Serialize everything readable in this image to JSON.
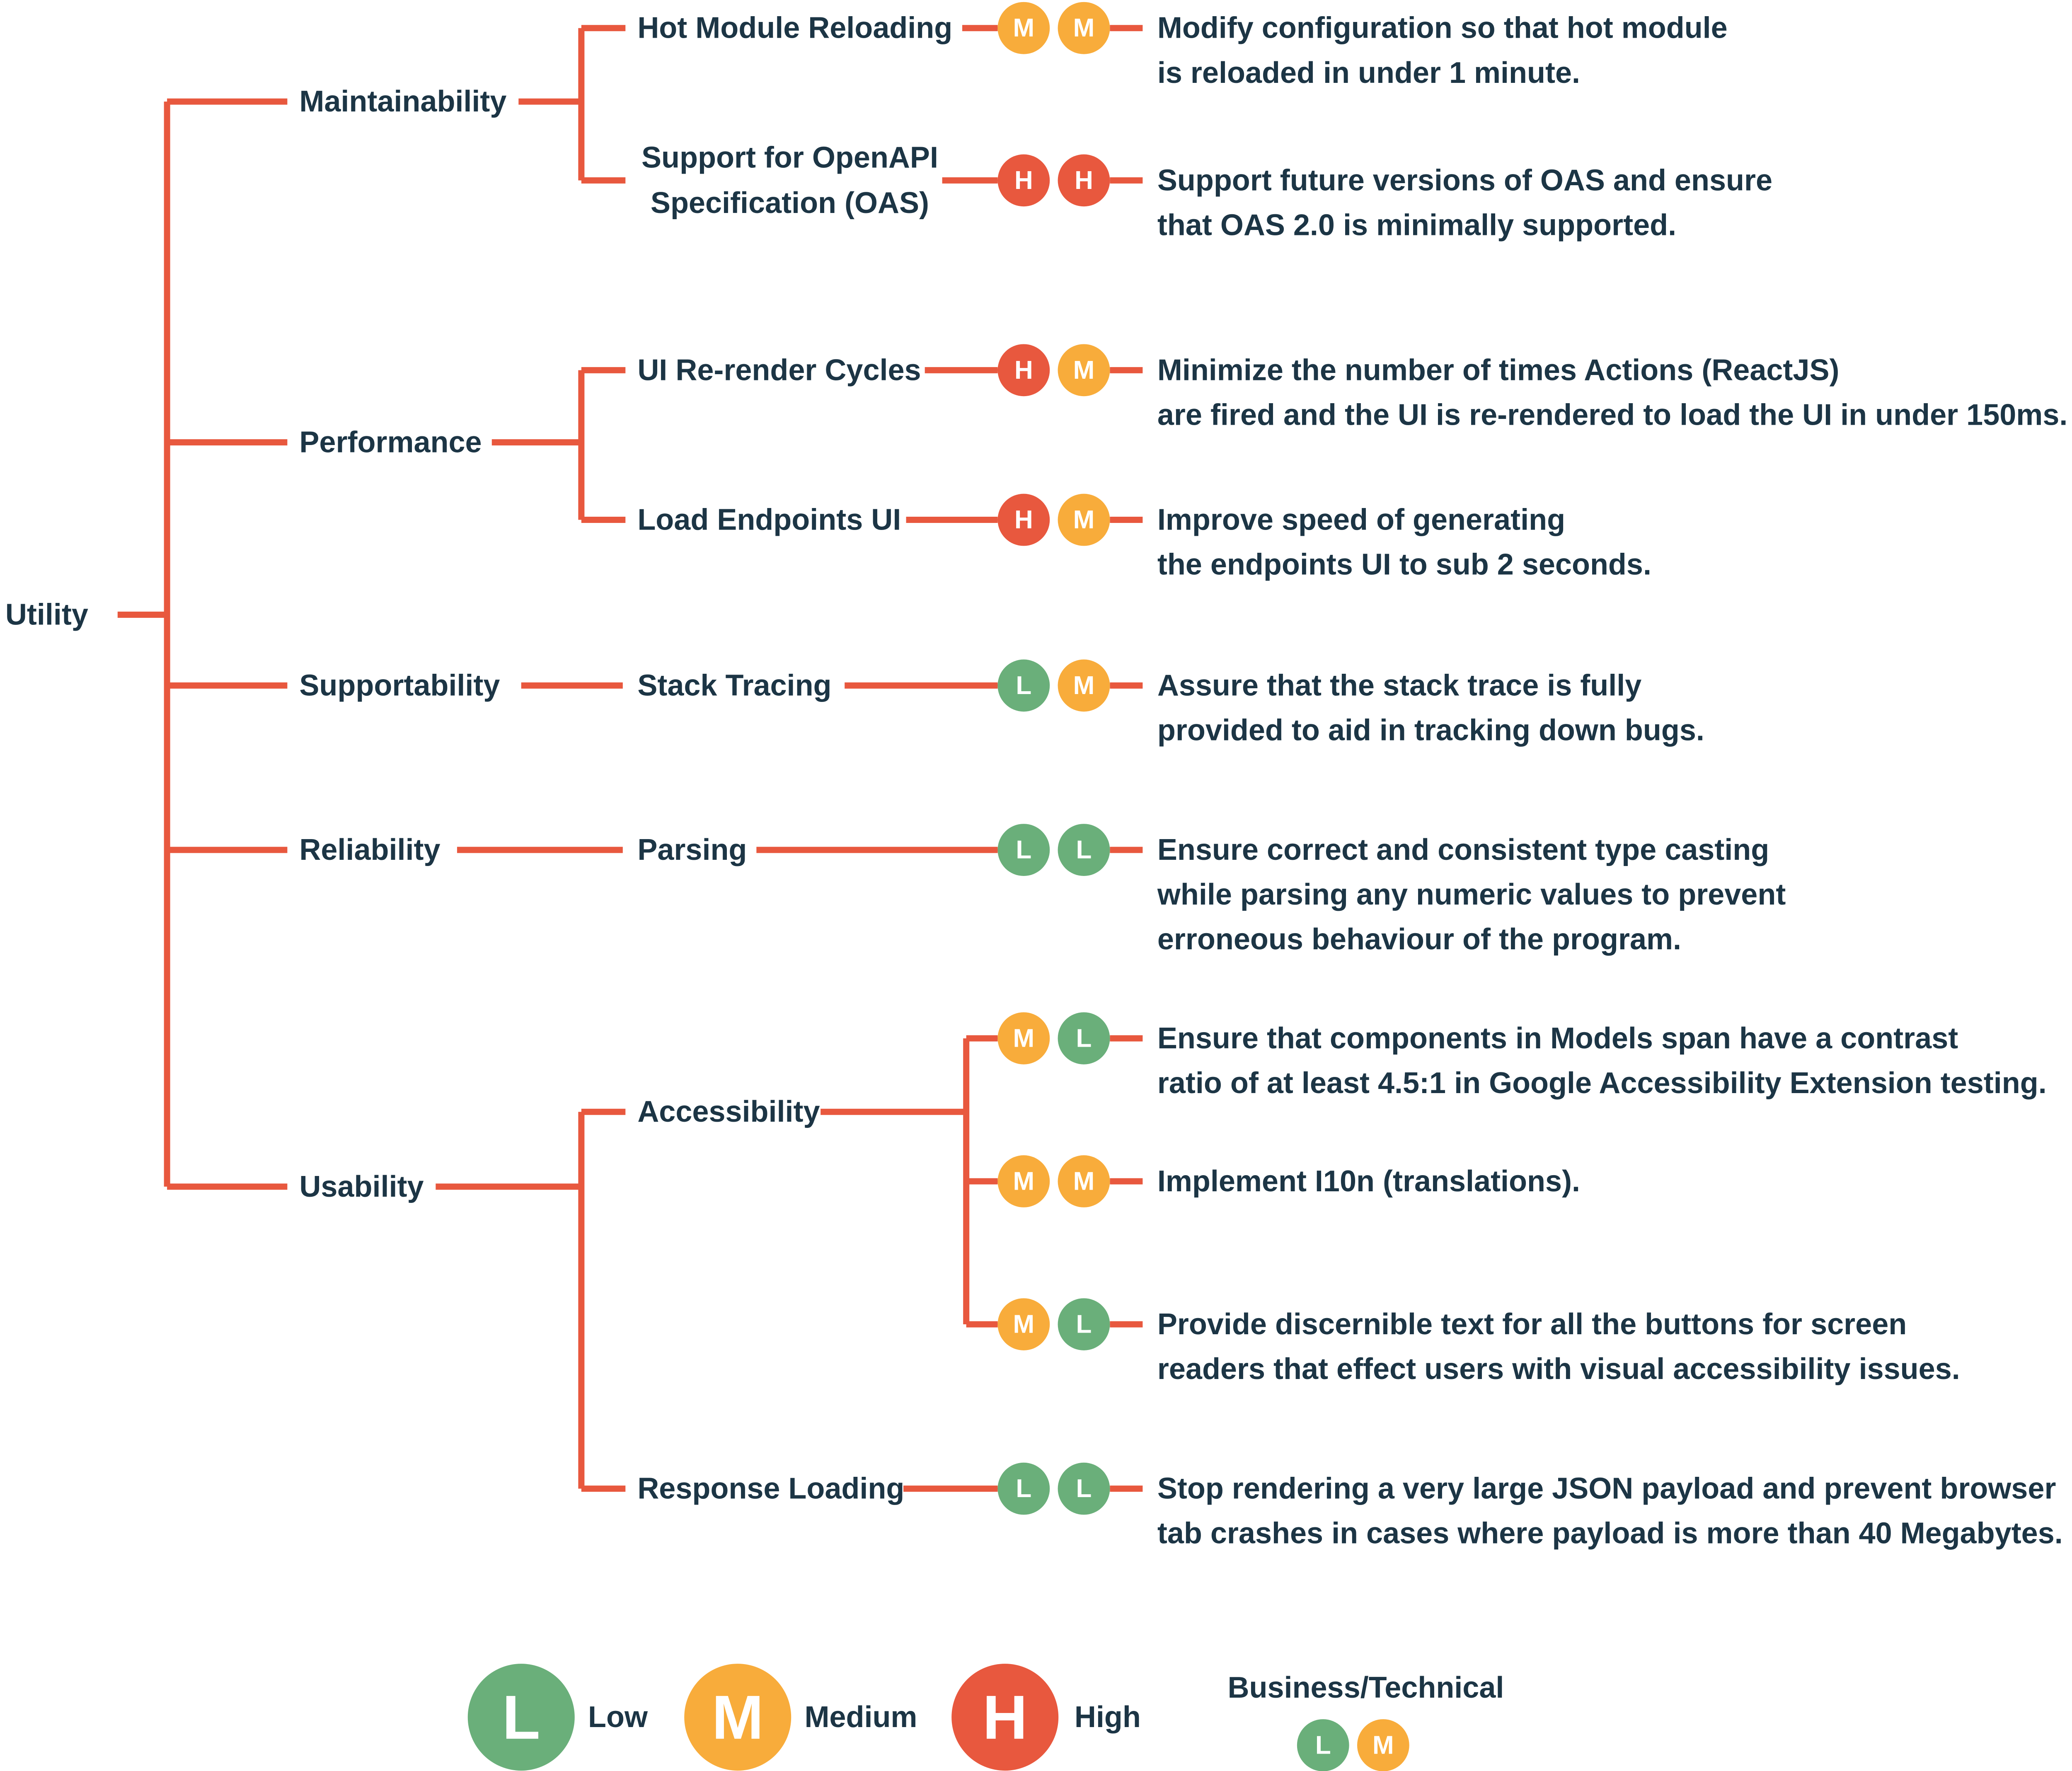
{
  "colors": {
    "line": "#e8583e",
    "low": "#6aaf7a",
    "medium": "#f8ac3b",
    "high": "#e8583e",
    "text": "#1c3545"
  },
  "root": "Utility",
  "attributes": [
    {
      "label": "Maintainability",
      "refinements": [
        {
          "label": [
            "Hot Module Reloading"
          ],
          "scenarios": [
            {
              "ratings": [
                "M",
                "M"
              ],
              "text": [
                "Modify configuration so that hot module",
                "is reloaded in under 1 minute."
              ]
            }
          ]
        },
        {
          "label": [
            "Support for OpenAPI",
            "Specification (OAS)"
          ],
          "scenarios": [
            {
              "ratings": [
                "H",
                "H"
              ],
              "text": [
                "Support future versions of OAS and ensure",
                "that OAS 2.0 is minimally supported."
              ]
            }
          ]
        }
      ]
    },
    {
      "label": "Performance",
      "refinements": [
        {
          "label": [
            "UI Re-render Cycles"
          ],
          "scenarios": [
            {
              "ratings": [
                "H",
                "M"
              ],
              "text": [
                "Minimize the number of times Actions (ReactJS)",
                "are fired and the UI is re-rendered to load the UI in under 150ms."
              ]
            }
          ]
        },
        {
          "label": [
            "Load Endpoints UI"
          ],
          "scenarios": [
            {
              "ratings": [
                "H",
                "M"
              ],
              "text": [
                "Improve speed of generating",
                "the endpoints UI to sub 2 seconds."
              ]
            }
          ]
        }
      ]
    },
    {
      "label": "Supportability",
      "refinements": [
        {
          "label": [
            "Stack Tracing"
          ],
          "scenarios": [
            {
              "ratings": [
                "L",
                "M"
              ],
              "text": [
                "Assure that the stack trace is fully",
                "provided to aid in tracking down bugs."
              ]
            }
          ]
        }
      ]
    },
    {
      "label": "Reliability",
      "refinements": [
        {
          "label": [
            "Parsing"
          ],
          "scenarios": [
            {
              "ratings": [
                "L",
                "L"
              ],
              "text": [
                "Ensure correct and consistent type casting",
                "while parsing any numeric values to prevent",
                "erroneous behaviour of the program."
              ]
            }
          ]
        }
      ]
    },
    {
      "label": "Usability",
      "refinements": [
        {
          "label": [
            "Accessibility"
          ],
          "scenarios": [
            {
              "ratings": [
                "M",
                "L"
              ],
              "text": [
                "Ensure that components in Models span have a contrast",
                "ratio of at least 4.5:1 in Google Accessibility Extension testing."
              ]
            },
            {
              "ratings": [
                "M",
                "M"
              ],
              "text": [
                "Implement I10n (translations)."
              ]
            },
            {
              "ratings": [
                "M",
                "L"
              ],
              "text": [
                "Provide discernible text for all the buttons for screen",
                "readers that effect users with visual accessibility issues."
              ]
            }
          ]
        },
        {
          "label": [
            "Response Loading"
          ],
          "scenarios": [
            {
              "ratings": [
                "L",
                "L"
              ],
              "text": [
                "Stop rendering a very large JSON payload and prevent browser",
                "tab crashes in cases where payload is more than 40 Megabytes."
              ]
            }
          ]
        }
      ]
    }
  ],
  "legend": {
    "items": [
      {
        "letter": "L",
        "label": "Low"
      },
      {
        "letter": "M",
        "label": "Medium"
      },
      {
        "letter": "H",
        "label": "High"
      }
    ],
    "pair_title": "Business/Technical",
    "pair_example": [
      "L",
      "M"
    ]
  }
}
